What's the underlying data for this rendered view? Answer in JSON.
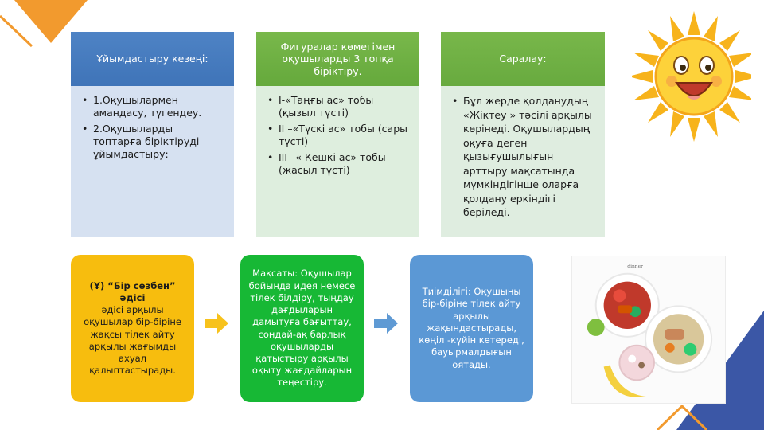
{
  "cards": [
    {
      "title": "Ұйымдастыру кезеңі:",
      "items": [
        "1.Оқушылармен амандасу, түгендеу.",
        "2.Оқушыларды топтарға біріктіруді ұйымдастыру:"
      ]
    },
    {
      "title": "Фигуралар көмегімен оқушыларды 3 топқа біріктіру.",
      "items": [
        "I-«Таңғы ас» тобы (қызыл түсті)",
        "II –«Түскі ас» тобы (сары түсті)",
        "III– « Кешкі ас» тобы (жасыл түсті)"
      ]
    },
    {
      "title": "Саралау:",
      "items": [
        "Бұл жерде қолданудың «Жіктеу » тәсілі арқылы көрінеді. Оқушылардың оқуға деген қызығушылығын арттыру мақсатында мүмкіндігінше оларға қолдану еркіндігі беріледі."
      ]
    }
  ],
  "pills": {
    "yellow": {
      "bold": "(Ұ) “Бір сөзбен” әдісі",
      "text": "әдісі арқылы оқушылар бір-біріне жақсы тілек айту арқылы жағымды ахуал қалыптастырады."
    },
    "green": {
      "label": "Мақсаты:",
      "text": "Оқушылар бойында идея немесе тілек білдіру, тыңдау дағдыларын дамытуға бағыттау, сондай-ақ барлық оқушыларды қатыстыру арқылы оқыту жағдайларын теңестіру."
    },
    "blue": {
      "label": "Тиімділігі:",
      "text": "Оқушыны бір-біріне тілек айту арқылы жақындастырады, көңіл -күйін көтереді, бауырмалдығын оятады."
    }
  },
  "colors": {
    "accent_orange": "#f29a2e",
    "accent_blue": "#3b57a6",
    "card_blue": "#4e83c5",
    "card_green": "#79b84b",
    "pill_yellow": "#f7bd0e",
    "pill_green": "#17b835",
    "pill_blue": "#5b98d5"
  },
  "icons": [
    "sun-icon",
    "arrow-right-icon",
    "food-plate-photo"
  ]
}
